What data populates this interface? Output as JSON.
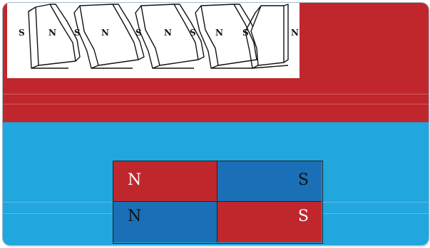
{
  "figure": {
    "segments": [
      {
        "left_pole": "S",
        "right_pole": "N"
      },
      {
        "left_pole": "S",
        "right_pole": "N"
      },
      {
        "left_pole": "S",
        "right_pole": "N"
      },
      {
        "left_pole": "S",
        "right_pole": "N"
      },
      {
        "left_pole": "S",
        "right_pole": "N"
      }
    ]
  },
  "pole_grid": {
    "rows": [
      [
        {
          "label": "N",
          "color": "#c0272d",
          "text_color": "#ffffff"
        },
        {
          "label": "S",
          "color": "#1b6fb6",
          "text_color": "#111111"
        }
      ],
      [
        {
          "label": "N",
          "color": "#1b6fb6",
          "text_color": "#111111"
        },
        {
          "label": "S",
          "color": "#c0272d",
          "text_color": "#ffffff"
        }
      ]
    ]
  },
  "colors": {
    "red_band": "#c0272d",
    "blue_band": "#21a6de"
  }
}
